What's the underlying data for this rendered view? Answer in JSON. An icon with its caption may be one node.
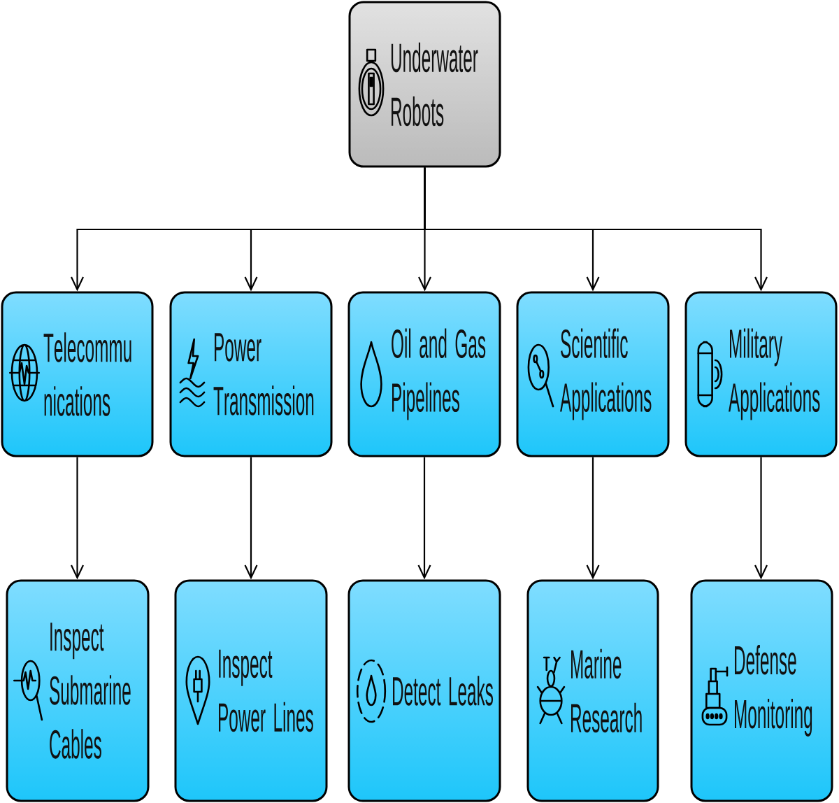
{
  "diagram": {
    "nodes": [
      {
        "text": [
          "Underwater Robots"
        ]
      },
      {
        "text": [
          "Telecommunications"
        ]
      },
      {
        "text": [
          "Power Transmission"
        ]
      },
      {
        "text": [
          "Oil and Gas Pipelines"
        ]
      },
      {
        "text": [
          "Scientific Applications"
        ]
      },
      {
        "text": [
          "Military Applications"
        ]
      },
      {
        "text": [
          "Inspect Submarine Cables"
        ]
      },
      {
        "text": [
          "Inspect Power Lines"
        ]
      },
      {
        "text": [
          "Detect Leaks"
        ]
      },
      {
        "text": [
          "Marine Research"
        ]
      },
      {
        "text": [
          "Defense Monitoring"
        ]
      }
    ],
    "edges": [
      {
        "from": 0,
        "to": 1,
        "arrow": "to"
      },
      {
        "from": 0,
        "to": 2,
        "arrow": "to"
      },
      {
        "from": 0,
        "to": 3,
        "arrow": "to"
      },
      {
        "from": 0,
        "to": 4,
        "arrow": "to"
      },
      {
        "from": 0,
        "to": 5,
        "arrow": "to"
      },
      {
        "from": 1,
        "to": 6,
        "arrow": "to"
      },
      {
        "from": 2,
        "to": 7,
        "arrow": "to"
      },
      {
        "from": 3,
        "to": 8,
        "arrow": "to"
      },
      {
        "from": 4,
        "to": 9,
        "arrow": "to"
      },
      {
        "from": 5,
        "to": 10,
        "arrow": "to"
      }
    ]
  }
}
